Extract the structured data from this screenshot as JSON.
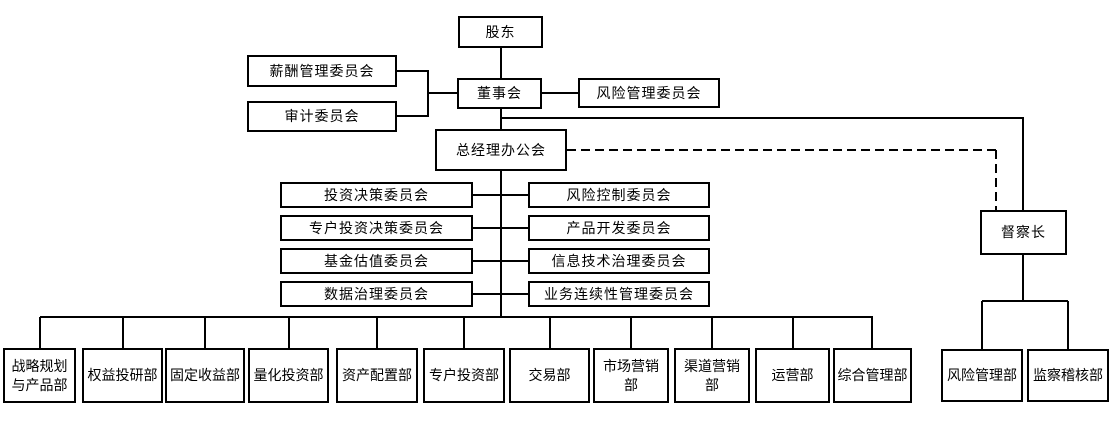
{
  "colors": {
    "line": "#000000",
    "background": "#ffffff",
    "text": "#000000"
  },
  "nodes": {
    "shareholders": "股东",
    "board": "董事会",
    "compensation_committee": "薪酬管理委员会",
    "audit_committee": "审计委员会",
    "risk_management_committee": "风险管理委员会",
    "gm_office": "总经理办公会",
    "investment_decision_committee": "投资决策委员会",
    "client_investment_decision_committee": "专户投资决策委员会",
    "fund_valuation_committee": "基金估值委员会",
    "data_governance_committee": "数据治理委员会",
    "risk_control_committee": "风险控制委员会",
    "product_development_committee": "产品开发委员会",
    "it_governance_committee": "信息技术治理委员会",
    "business_continuity_committee": "业务连续性管理委员会",
    "chief_inspector": "督察长",
    "dept_strategy_product": "战略规划与产品部",
    "dept_equity_research": "权益投研部",
    "dept_fixed_income": "固定收益部",
    "dept_quant_investment": "量化投资部",
    "dept_asset_allocation": "资产配置部",
    "dept_client_investment": "专户投资部",
    "dept_trading": "交易部",
    "dept_marketing": "市场营销部",
    "dept_channel_marketing": "渠道营销部",
    "dept_operations": "运营部",
    "dept_general_admin": "综合管理部",
    "dept_risk_management": "风险管理部",
    "dept_audit_inspection": "监察稽核部"
  },
  "hierarchy": {
    "shareholders": [
      "board"
    ],
    "board": [
      "compensation_committee",
      "audit_committee",
      "risk_management_committee",
      "gm_office",
      "chief_inspector"
    ],
    "gm_office_committees": [
      "investment_decision_committee",
      "risk_control_committee",
      "client_investment_decision_committee",
      "product_development_committee",
      "fund_valuation_committee",
      "it_governance_committee",
      "data_governance_committee",
      "business_continuity_committee"
    ],
    "gm_office_departments": [
      "dept_strategy_product",
      "dept_equity_research",
      "dept_fixed_income",
      "dept_quant_investment",
      "dept_asset_allocation",
      "dept_client_investment",
      "dept_trading",
      "dept_marketing",
      "dept_channel_marketing",
      "dept_operations",
      "dept_general_admin"
    ],
    "chief_inspector": [
      "dept_risk_management",
      "dept_audit_inspection"
    ],
    "dashed_link": [
      "gm_office",
      "chief_inspector"
    ]
  }
}
